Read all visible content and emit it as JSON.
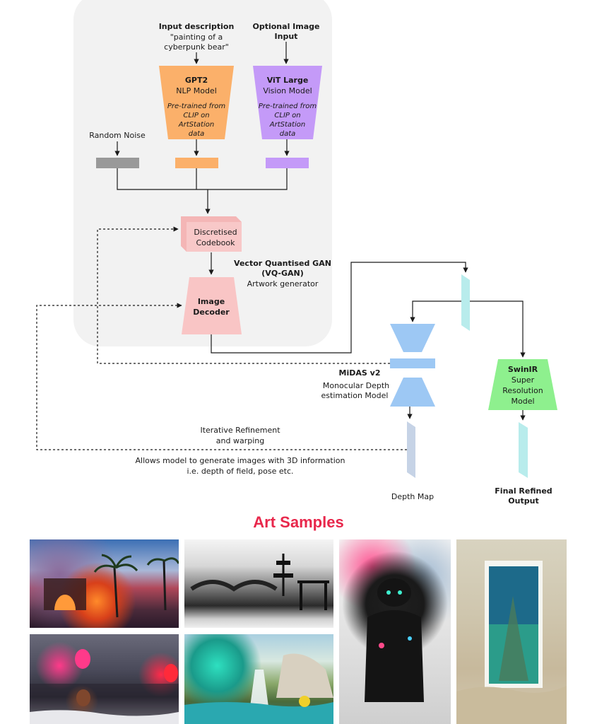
{
  "labels": {
    "input_description_title": "Input description",
    "input_description_line1": "\"painting of a",
    "input_description_line2": "cyberpunk bear\"",
    "optional_image_line1": "Optional Image",
    "optional_image_line2": "Input",
    "random_noise": "Random Noise",
    "gpt2_title": "GPT2",
    "gpt2_sub": "NLP Model",
    "gpt2_note1": "Pre-trained from",
    "gpt2_note2": "CLIP on",
    "gpt2_note3": "ArtStation",
    "gpt2_note4": "data",
    "vit_title": "ViT Large",
    "vit_sub": "Vision Model",
    "vit_note1": "Pre-trained from",
    "vit_note2": "CLIP on",
    "vit_note3": "ArtStation",
    "vit_note4": "data",
    "codebook_line1": "Discretised",
    "codebook_line2": "Codebook",
    "vqgan_line1": "Vector Quantised GAN",
    "vqgan_line2": "(VQ-GAN)",
    "vqgan_line3": "Artwork generator",
    "decoder_line1": "Image",
    "decoder_line2": "Decoder",
    "midas_line1": "MiDAS v2",
    "midas_line2": "Monocular Depth",
    "midas_line3": "estimation Model",
    "swinir_line1": "SwinIR",
    "swinir_line2": "Super",
    "swinir_line3": "Resolution",
    "swinir_line4": "Model",
    "iterative_line1": "Iterative Refinement",
    "iterative_line2": "and warping",
    "allows_line1": "Allows model to generate images with 3D information",
    "allows_line2": "i.e. depth of field, pose etc.",
    "depth_map": "Depth Map",
    "final_line1": "Final Refined",
    "final_line2": "Output"
  },
  "art_section": {
    "title": "Art Samples"
  },
  "colors": {
    "panel": "#f2f2f2",
    "gpt2": "#fbb06a",
    "vit": "#c49af8",
    "noise": "#999999",
    "codebook": "#f8c8c8",
    "decoder": "#f9c5c5",
    "midas": "#9dc8f4",
    "swinir": "#8ef08e",
    "feature": "#b8ecec",
    "depth": "#c6d3e6",
    "accent": "#e8274b"
  }
}
